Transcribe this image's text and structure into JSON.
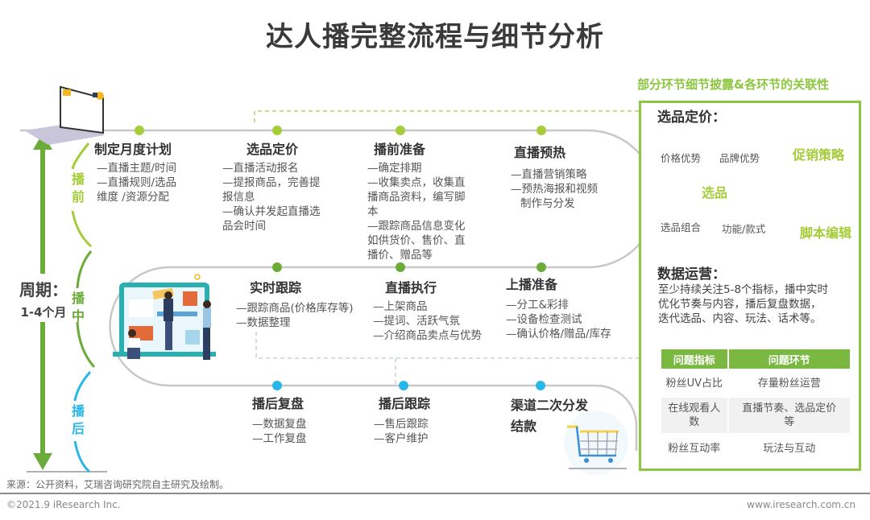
{
  "title": "达人播完整流程与细节分析",
  "colors": {
    "green_primary": "#8dc63f",
    "green_light": "#a5cd39",
    "green_dark": "#6aab3a",
    "blue": "#29b6e8",
    "track_gray": "#c8c8c8",
    "dashed_connector": "#c5d0e6",
    "table_header": "#7bb842"
  },
  "cycle": {
    "label": "周期：",
    "value": "1-4个月"
  },
  "phases": [
    {
      "label": "播前",
      "color": "#a5cd39"
    },
    {
      "label": "播中",
      "color": "#6aab3a"
    },
    {
      "label": "播后",
      "color": "#29b6e8"
    }
  ],
  "stages": {
    "pre": [
      {
        "title": "制定月度计划",
        "lines": [
          "—直播主题/时间",
          "—直播规则/选品",
          "维度  /资源分配"
        ]
      },
      {
        "title": "选品定价",
        "lines": [
          "—直播活动报名",
          "—提报商品，完善提",
          "报信息",
          "—确认并发起直播选",
          "品会时间"
        ]
      },
      {
        "title": "播前准备",
        "lines": [
          "—确定排期",
          "—收集卖点，收集直",
          "播商品资料，编写脚",
          "本",
          "—跟踪商品信息变化",
          "如供货价、售价、直",
          "播价、赠品等"
        ]
      },
      {
        "title": "直播预热",
        "lines": [
          "—直播营销策略",
          "—预热海报和视频",
          "  制作与分发"
        ]
      }
    ],
    "during": [
      {
        "title": "实时跟踪",
        "lines": [
          "—跟踪商品(价格库存等)",
          "—数据整理"
        ]
      },
      {
        "title": "直播执行",
        "lines": [
          "—上架商品",
          "—提词、活跃气氛",
          "—介绍商品卖点与优势"
        ]
      },
      {
        "title": "上播准备",
        "lines": [
          "—分工&彩排",
          "—设备检查测试",
          "—确认价格/赠品/库存"
        ]
      }
    ],
    "post": [
      {
        "title": "播后复盘",
        "lines": [
          "—数据复盘",
          "—工作复盘"
        ]
      },
      {
        "title": "播后跟踪",
        "lines": [
          "—售后跟踪",
          "—客户维护"
        ]
      },
      {
        "title": "渠道二次分发",
        "title2": "结款",
        "lines": []
      }
    ]
  },
  "panel": {
    "heading": "部分环节细节披露&各环节的关联性",
    "selection": {
      "title": "选品定价：",
      "center": "选品",
      "ring_items": [
        "价格优势",
        "品牌优势",
        "选品组合",
        "功能/款式"
      ],
      "outcomes": [
        "促销策略",
        "脚本编辑"
      ]
    },
    "operations": {
      "title": "数据运营：",
      "description": [
        "至少持续关注5-8个指标，播中实时",
        "优化节奏与内容，播后复盘数据，",
        "迭代选品、内容、玩法、话术等。"
      ],
      "table": {
        "headers": [
          "问题指标",
          "问题环节"
        ],
        "rows": [
          [
            "粉丝UV占比",
            "存量粉丝运营"
          ],
          [
            "在线观看人数",
            "直播节奏、选品定价等"
          ],
          [
            "粉丝互动率",
            "玩法与互动"
          ]
        ]
      }
    }
  },
  "footer": {
    "source": "来源：公开资料，艾瑞咨询研究院自主研究及绘制。",
    "copyright": "©2021.9 iResearch Inc.",
    "website": "www.iresearch.com.cn"
  }
}
